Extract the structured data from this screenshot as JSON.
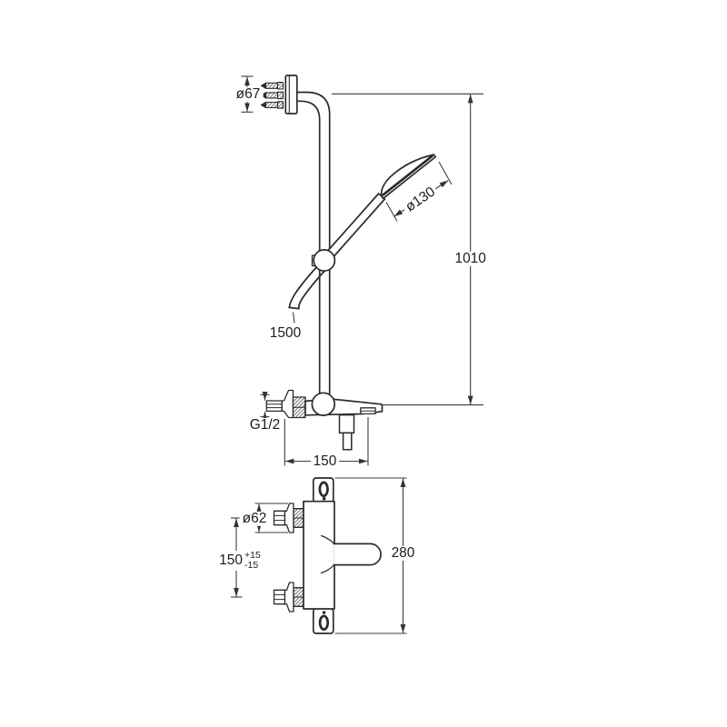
{
  "drawing": {
    "kind": "technical dimension drawing - shower system with thermostatic mixer",
    "colors": {
      "background": "#ffffff",
      "object_line": "#2b2b2b",
      "dimension_line": "#3c3c3c",
      "text": "#1c1c1c"
    },
    "shower_view": {
      "wall_bracket_diameter": "ø67",
      "handshower_diameter": "ø130",
      "overall_height": "1010",
      "hose_length": "1500",
      "inlet_thread": "G1/2",
      "spout_projection": "150"
    },
    "mixer_view": {
      "escutcheon_diameter": "ø62",
      "inlet_distance": "150",
      "inlet_distance_tolerance_plus": "+15",
      "inlet_distance_tolerance_minus": "-15",
      "overall_height": "280"
    }
  }
}
